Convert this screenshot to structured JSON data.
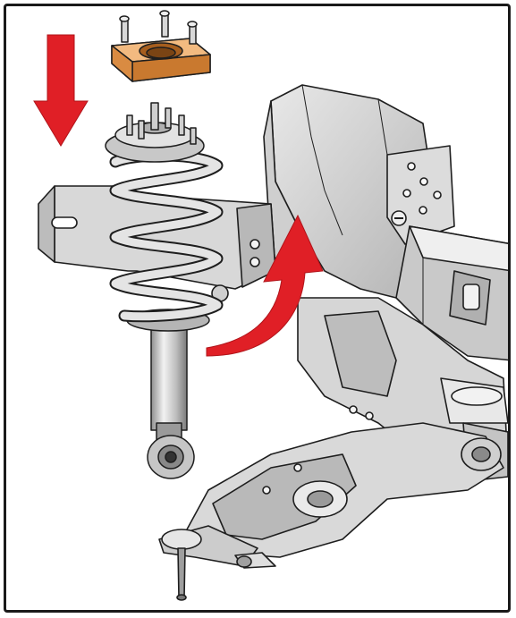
{
  "figure": {
    "subject": "front-suspension-strut-spacer-installation",
    "colors": {
      "arrow": "#e01f26",
      "spacer": "#e39a52",
      "spacer_shade": "#b86a26",
      "metal_light": "#e6e6e6",
      "metal_mid": "#c2c2c2",
      "metal_dark": "#8a8a8a",
      "outline": "#1e1e1e"
    },
    "parts": [
      {
        "id": "spacer",
        "icon": "strut-spacer-icon"
      },
      {
        "id": "strut",
        "icon": "coil-spring-strut-icon"
      },
      {
        "id": "frame",
        "icon": "frame-rail-icon"
      },
      {
        "id": "lower-control-arm",
        "icon": "control-arm-icon"
      },
      {
        "id": "down-arrow",
        "icon": "arrow-down-icon"
      },
      {
        "id": "insert-arrow",
        "icon": "curved-arrow-icon"
      }
    ]
  }
}
